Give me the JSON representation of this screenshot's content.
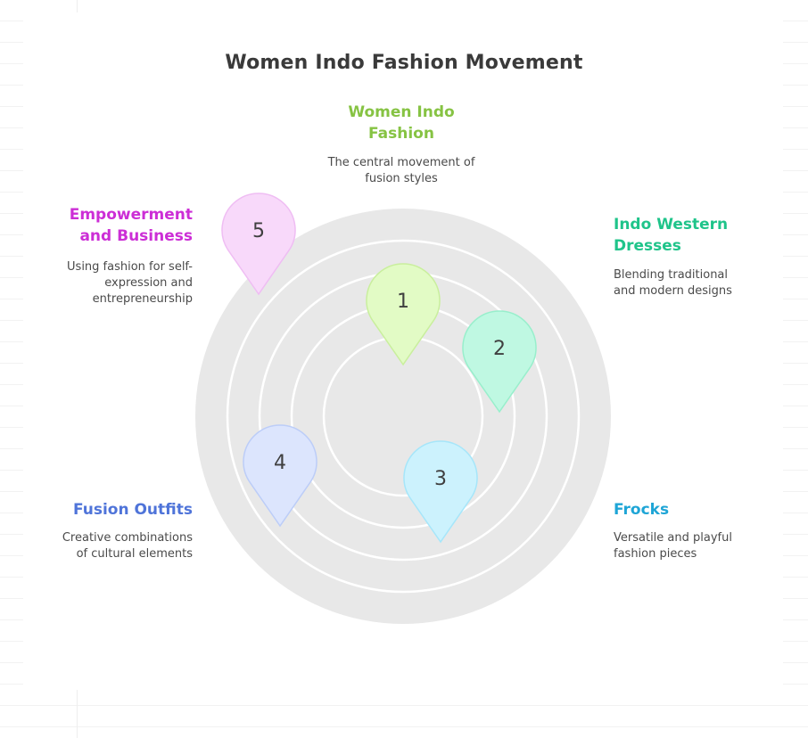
{
  "title": "Women Indo Fashion Movement",
  "colors": {
    "ring_fill": "#e8e8e8",
    "ring_stroke": "#ffffff"
  },
  "items": [
    {
      "number": "1",
      "heading": "Women Indo\nFashion",
      "description": "The central movement of\nfusion styles",
      "heading_color": "#86c343",
      "pin_color": "#e2fbc5",
      "pin_stroke": "#c9ef9d"
    },
    {
      "number": "2",
      "heading": "Indo Western\nDresses",
      "description": "Blending traditional\nand modern designs",
      "heading_color": "#1fc48a",
      "pin_color": "#bff8e2",
      "pin_stroke": "#98efcc"
    },
    {
      "number": "3",
      "heading": "Frocks",
      "description": "Versatile and playful\nfashion pieces",
      "heading_color": "#1ea5d6",
      "pin_color": "#ccf2fd",
      "pin_stroke": "#a6e6fa"
    },
    {
      "number": "4",
      "heading": "Fusion Outfits",
      "description": "Creative combinations\nof cultural elements",
      "heading_color": "#4f74d9",
      "pin_color": "#dce5fd",
      "pin_stroke": "#bccdf8"
    },
    {
      "number": "5",
      "heading": "Empowerment\nand Business",
      "description": "Using fashion for self-\nexpression and\nentrepreneurship",
      "heading_color": "#cc2ed6",
      "pin_color": "#f8d9fa",
      "pin_stroke": "#efbdf3"
    }
  ]
}
